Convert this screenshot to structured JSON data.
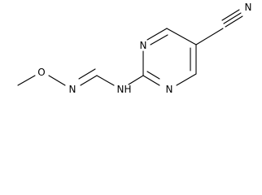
{
  "molecule": {
    "atoms": {
      "n_ring_top": "N",
      "n_ring_bottom": "N",
      "n_nitrile": "N",
      "n_amine": "N",
      "h_amine": "H",
      "n_oxime": "N",
      "o_methoxy": "O"
    }
  },
  "colors": {
    "bond": "#000000",
    "text": "#000000",
    "background": "#ffffff"
  }
}
